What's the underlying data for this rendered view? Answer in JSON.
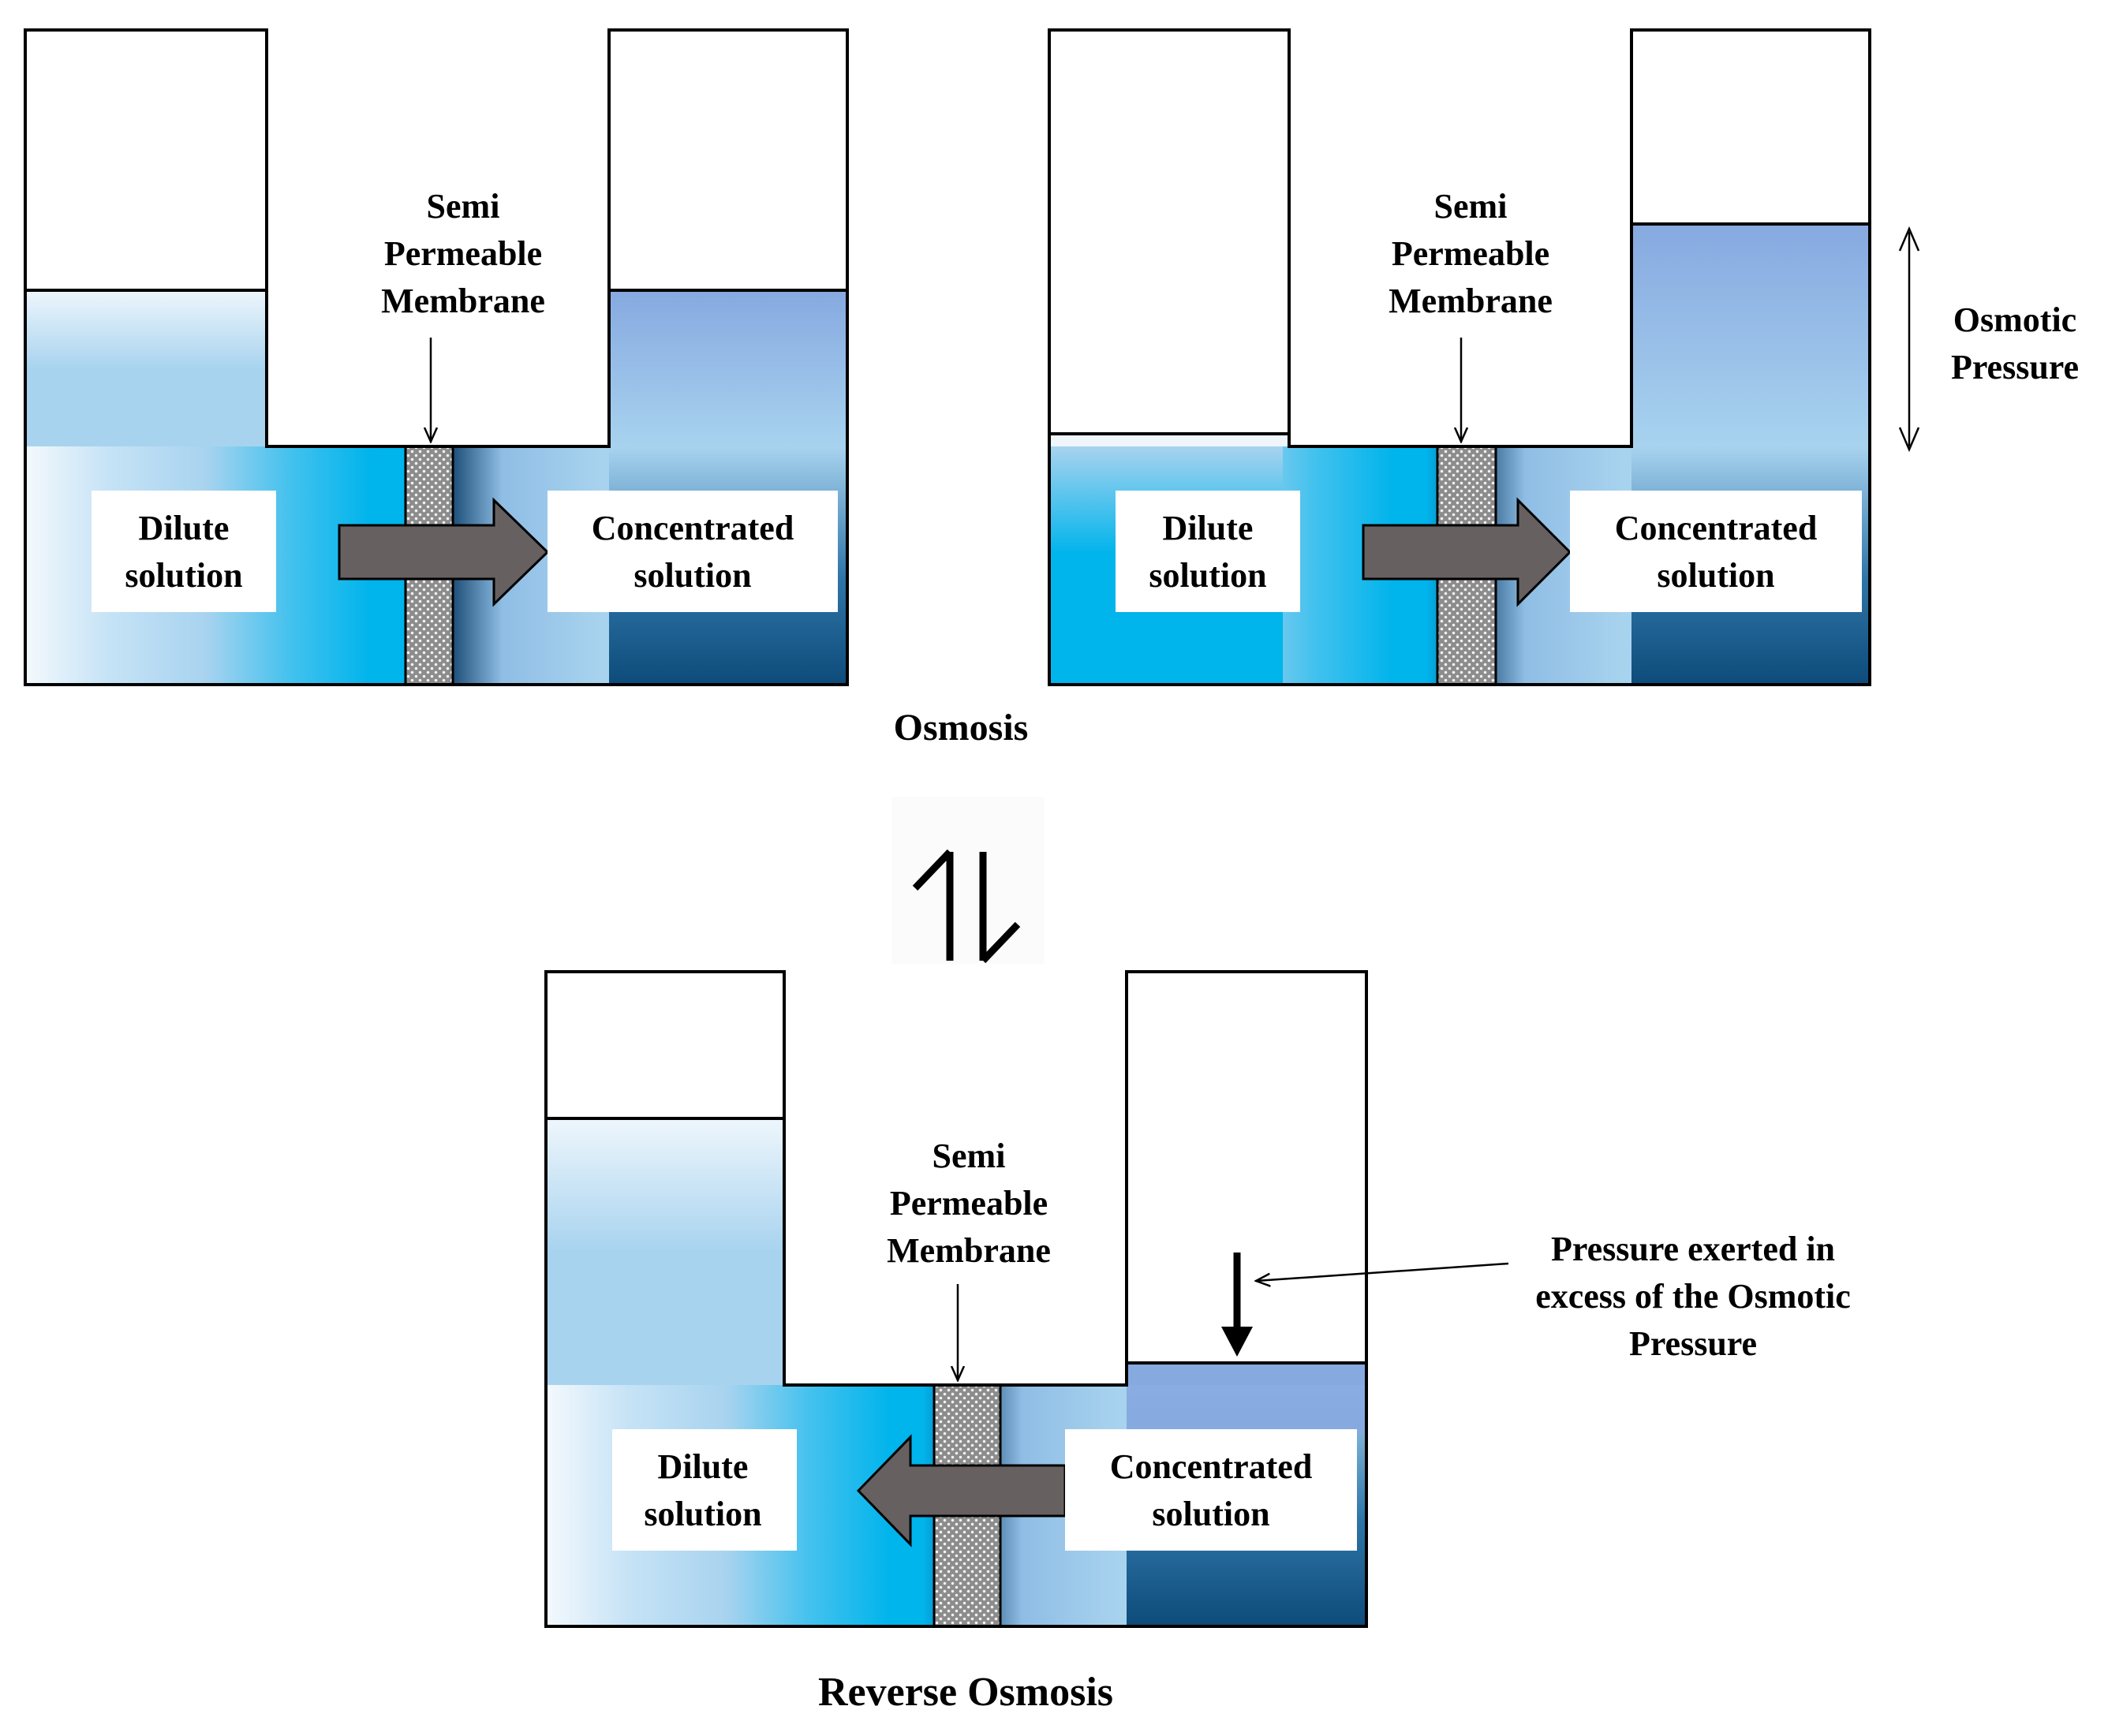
{
  "diagrams": {
    "osmosis_start": {
      "membrane_label": [
        "Semi",
        "Permeable",
        "Membrane"
      ],
      "dilute_label": [
        "Dilute",
        "solution"
      ],
      "concentrated_label": [
        "Concentrated",
        "solution"
      ]
    },
    "osmosis_equilibrium": {
      "membrane_label": [
        "Semi",
        "Permeable",
        "Membrane"
      ],
      "dilute_label": [
        "Dilute",
        "solution"
      ],
      "concentrated_label": [
        "Concentrated",
        "solution"
      ],
      "pressure_label": [
        "Osmotic",
        "Pressure"
      ]
    },
    "reverse_osmosis": {
      "membrane_label": [
        "Semi",
        "Permeable",
        "Membrane"
      ],
      "dilute_label": [
        "Dilute",
        "solution"
      ],
      "concentrated_label": [
        "Concentrated",
        "solution"
      ],
      "pressure_label": [
        "Pressure exerted in",
        "excess of the Osmotic",
        "Pressure"
      ]
    }
  },
  "captions": {
    "osmosis": "Osmosis",
    "reverse_osmosis": "Reverse Osmosis"
  },
  "colors": {
    "outline": "#000000",
    "light_blue": "#a8d3ef",
    "cyan": "#00b4ec",
    "deep_blue": "#86a9e0",
    "navy": "#0d4b7a",
    "membrane": "#8c8c8c",
    "flow_arrow": "#666060"
  }
}
